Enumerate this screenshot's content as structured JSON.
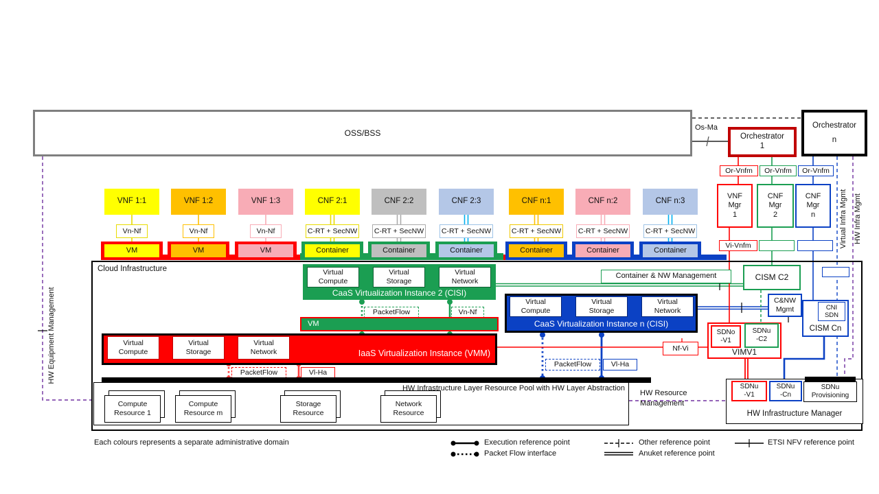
{
  "colors": {
    "yellow": "#FFFF00",
    "orange": "#FFC000",
    "pink": "#F8ACB6",
    "gray": "#BFBFBF",
    "light_blue": "#B4C7E7",
    "cyan": "#00B0F0",
    "green": "#1B9E52",
    "blue": "#0B41C4",
    "red": "#FF0000",
    "dark_red": "#C00000",
    "purple": "#7030A0",
    "oss_border": "#7F7F7F"
  },
  "oss": {
    "label": "OSS/BSS"
  },
  "orch": {
    "os_ma": "Os-Ma",
    "o1_line1": "Orchestrator",
    "o1_line2": "1",
    "on_line1": "Orchestrator",
    "on_line2": "n"
  },
  "mgmt": {
    "or_vnfm_1": "Or-Vnfm",
    "or_vnfm_2": "Or-Vnfm",
    "or_vnfm_n": "Or-Vnfm",
    "vnf_mgr": [
      "VNF",
      "Mgr",
      "1"
    ],
    "cnf_mgr2": [
      "CNF",
      "Mgr",
      "2"
    ],
    "cnf_mgrn": [
      "CNF",
      "Mgr",
      "n"
    ],
    "vi_vnfm": "Vi-Vnfm",
    "virtual_infra_mgmt": "Virtual Infra Mgmt",
    "hw_infra_mgmt": "HW Infra Mgmt",
    "hw_equipment_mgmt": "HW Equipment Management"
  },
  "nfs": [
    {
      "label": "VNF 1:1",
      "iface": "Vn-Nf",
      "host": "VM"
    },
    {
      "label": "VNF 1:2",
      "iface": "Vn-Nf",
      "host": "VM"
    },
    {
      "label": "VNF 1:3",
      "iface": "Vn-Nf",
      "host": "VM"
    },
    {
      "label": "CNF 2:1",
      "iface": "C-RT + SecNW",
      "host": "Container"
    },
    {
      "label": "CNF 2:2",
      "iface": "C-RT + SecNW",
      "host": "Container"
    },
    {
      "label": "CNF 2:3",
      "iface": "C-RT + SecNW",
      "host": "Container"
    },
    {
      "label": "CNF n:1",
      "iface": "C-RT + SecNW",
      "host": "Container"
    },
    {
      "label": "CNF n:2",
      "iface": "C-RT + SecNW",
      "host": "Container"
    },
    {
      "label": "CNF n:3",
      "iface": "C-RT + SecNW",
      "host": "Container"
    }
  ],
  "cloud": {
    "label": "Cloud Infrastructure"
  },
  "vcells": [
    [
      "Virtual",
      "Compute"
    ],
    [
      "Virtual",
      "Storage"
    ],
    [
      "Virtual",
      "Network"
    ]
  ],
  "caas2": {
    "title": "CaaS Virtualization Instance 2 (CISI)",
    "packetflow": "PacketFlow",
    "vn_nf": "Vn-Nf",
    "vm": "VM"
  },
  "caasn": {
    "title": "CaaS Virtualization Instance n (CISI)",
    "packetflow": "PacketFlow",
    "vl_ha": "Vl-Ha"
  },
  "iaas": {
    "title": "IaaS Virtualization Instance (VMM)",
    "packetflow": "PacketFlow",
    "vl_ha": "Vl-Ha",
    "nf_vi": "Nf-Vi"
  },
  "hw_pool": {
    "title": "HW Infrastructure Layer Resource Pool with HW Layer Abstraction",
    "resources": [
      [
        "Compute",
        "Resource 1"
      ],
      [
        "Compute",
        "Resource m"
      ],
      [
        "Storage",
        "Resource"
      ],
      [
        "Network",
        "Resource"
      ]
    ]
  },
  "right": {
    "container_nw": "Container & NW Management",
    "cism_c2": "CISM C2",
    "cnw_mgmt": [
      "C&NW",
      "Mgmt"
    ],
    "cism_cn": "CISM Cn",
    "cni_sdn": [
      "CNI",
      "SDN"
    ],
    "vimv1": "VIMV1",
    "sdno_v1": [
      "SDNo",
      "-V1"
    ],
    "sdnu_c2": [
      "SDNu",
      "-C2"
    ]
  },
  "hw_mgr": {
    "title": "HW Infrastructure Manager",
    "sdnu_v1": [
      "SDNu",
      "-V1"
    ],
    "sdnu_cn": [
      "SDNu",
      "-Cn"
    ],
    "sdnu_prov": [
      "SDNu",
      "Provisioning"
    ],
    "hw_resource_mgmt": [
      "HW Resource",
      "Management"
    ]
  },
  "legend": {
    "caption": "Each colours represents a separate administrative domain",
    "execution": "Execution reference point",
    "packet_flow": "Packet Flow interface",
    "other": "Other reference point",
    "anuket": "Anuket reference point",
    "etsi": "ETSI NFV reference point"
  }
}
